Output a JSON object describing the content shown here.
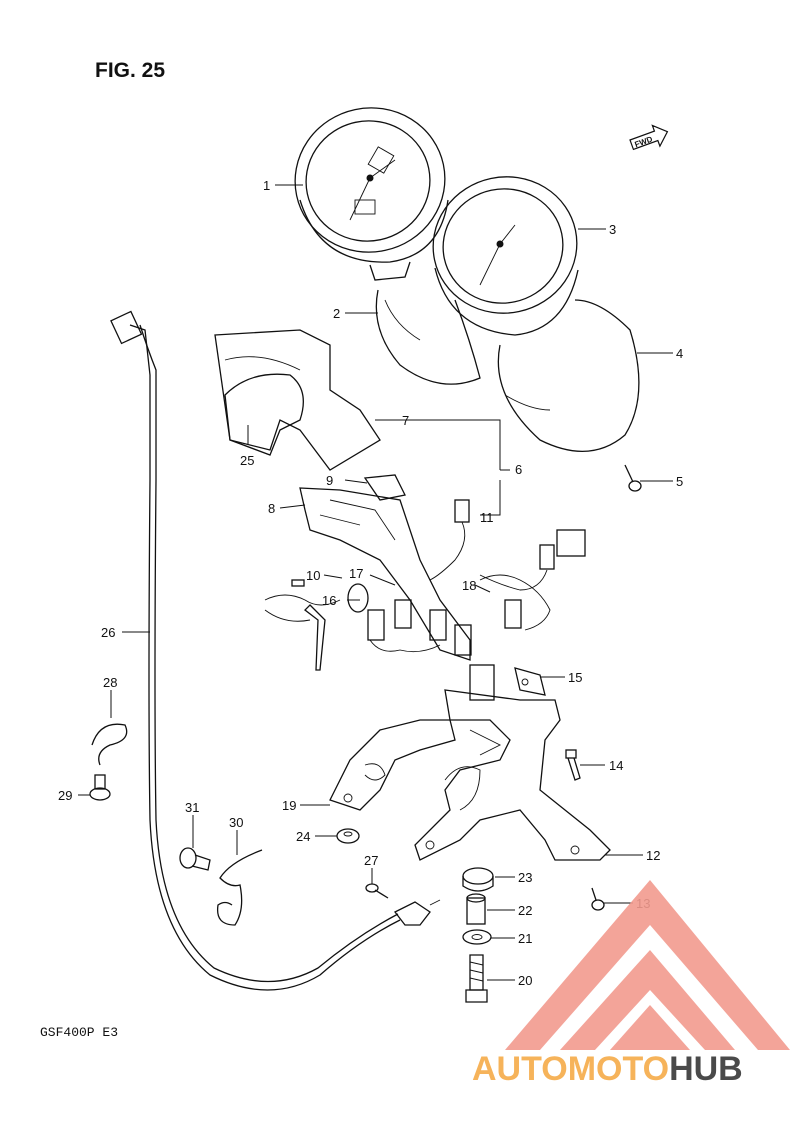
{
  "figure": {
    "title": "FIG. 25",
    "model": "GSF400P  E3",
    "fwd": "FWD"
  },
  "callouts": [
    {
      "id": "1",
      "text": "1"
    },
    {
      "id": "2",
      "text": "2"
    },
    {
      "id": "3",
      "text": "3"
    },
    {
      "id": "4",
      "text": "4"
    },
    {
      "id": "5",
      "text": "5"
    },
    {
      "id": "6",
      "text": "6"
    },
    {
      "id": "7",
      "text": "7"
    },
    {
      "id": "8",
      "text": "8"
    },
    {
      "id": "9",
      "text": "9"
    },
    {
      "id": "10",
      "text": "10"
    },
    {
      "id": "11",
      "text": "11"
    },
    {
      "id": "12",
      "text": "12"
    },
    {
      "id": "13",
      "text": "13"
    },
    {
      "id": "14",
      "text": "14"
    },
    {
      "id": "15",
      "text": "15"
    },
    {
      "id": "16",
      "text": "16"
    },
    {
      "id": "17",
      "text": "17"
    },
    {
      "id": "18",
      "text": "18"
    },
    {
      "id": "19",
      "text": "19"
    },
    {
      "id": "20",
      "text": "20"
    },
    {
      "id": "21",
      "text": "21"
    },
    {
      "id": "22",
      "text": "22"
    },
    {
      "id": "23",
      "text": "23"
    },
    {
      "id": "24",
      "text": "24"
    },
    {
      "id": "25",
      "text": "25"
    },
    {
      "id": "26",
      "text": "26"
    },
    {
      "id": "27",
      "text": "27"
    },
    {
      "id": "28",
      "text": "28"
    },
    {
      "id": "29",
      "text": "29"
    },
    {
      "id": "30",
      "text": "30"
    },
    {
      "id": "31",
      "text": "31"
    }
  ],
  "watermark": {
    "part1": "AUTOMOTO",
    "part2": "HUB",
    "color1": "#f6b35a",
    "color2": "#4a4a4a",
    "accent": "#ef7b72"
  }
}
